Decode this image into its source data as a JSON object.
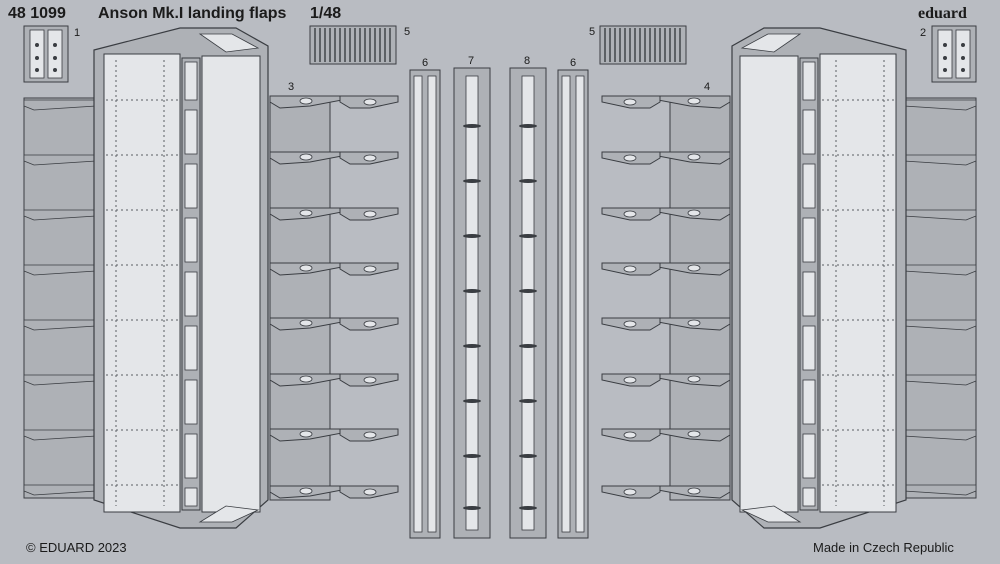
{
  "header": {
    "catalog_number": "48 1099",
    "title": "Anson Mk.I landing flaps",
    "scale": "1/48",
    "brand": "eduard"
  },
  "part_numbers": [
    "1",
    "2",
    "3",
    "4",
    "5",
    "5",
    "6",
    "6",
    "7",
    "8"
  ],
  "footer": {
    "copyright": "© EDUARD 2023",
    "origin": "Made in Czech Republic"
  },
  "colors": {
    "fret": "#b9bcc2",
    "part": "#aeb1b6",
    "part_light": "#e4e6e9",
    "outline": "#3a3d42"
  }
}
